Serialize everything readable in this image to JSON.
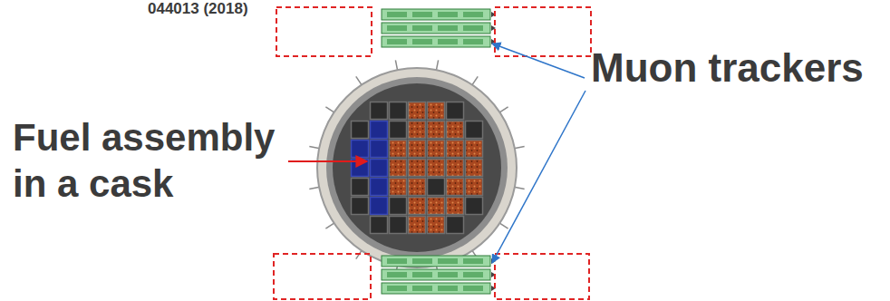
{
  "diagram": {
    "labels": [
      "044013 (2018)",
      "Fuel assembly in a cask",
      "Muon trackers"
    ]
  }
}
